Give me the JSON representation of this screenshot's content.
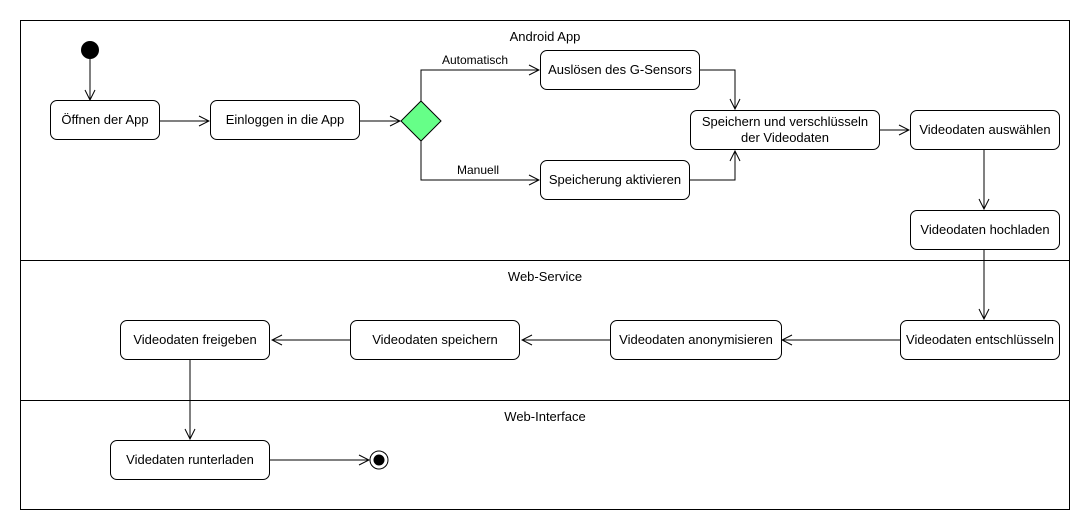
{
  "lanes": {
    "android": "Android App",
    "webservice": "Web-Service",
    "webinterface": "Web-Interface"
  },
  "nodes": {
    "oeffnen": "Öffnen der App",
    "einloggen": "Einloggen in die App",
    "gsensor": "Auslösen des G-Sensors",
    "speicherung_aktivieren": "Speicherung aktivieren",
    "speichern_verschluesseln": "Speichern und verschlüsseln der Videodaten",
    "auswaehlen": "Videodaten auswählen",
    "hochladen": "Videodaten hochladen",
    "entschluesseln": "Videodaten entschlüsseln",
    "anonymisieren": "Videodaten anonymisieren",
    "speichern": "Videodaten speichern",
    "freigeben": "Videodaten freigeben",
    "runterladen": "Videdaten runterladen"
  },
  "edge_labels": {
    "automatisch": "Automatisch",
    "manuell": "Manuell"
  },
  "colors": {
    "decision_fill": "#66ff88",
    "stroke": "#000000"
  }
}
